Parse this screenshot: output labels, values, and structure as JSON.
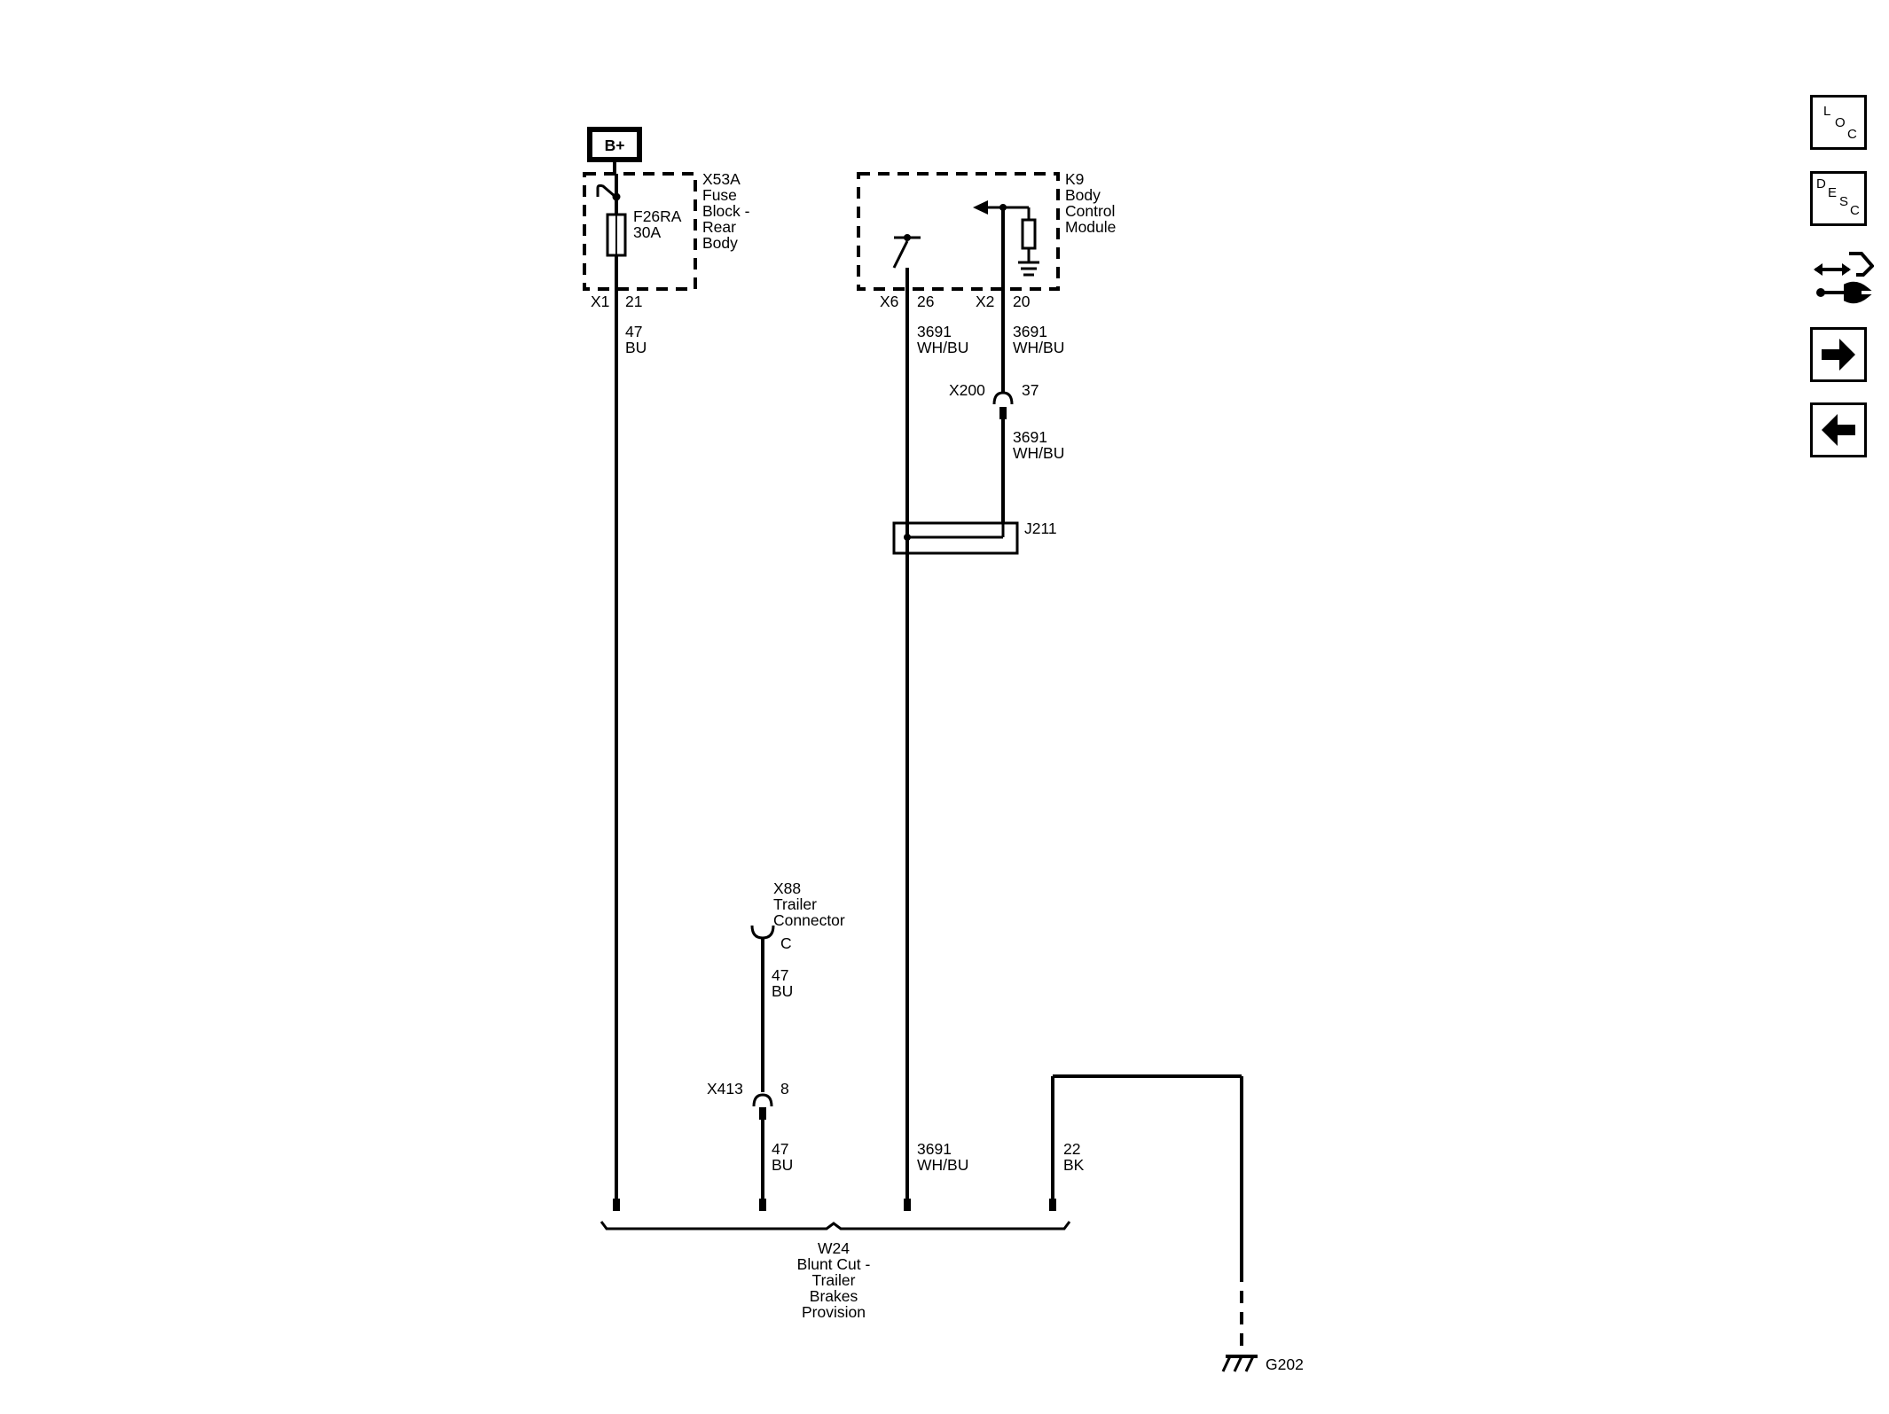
{
  "power": {
    "battery_label": "B+"
  },
  "fuse_block": {
    "id": "X53A",
    "name_line1": "Fuse",
    "name_line2": "Block -",
    "name_line3": "Rear",
    "name_line4": "Body",
    "fuse_id": "F26RA",
    "fuse_rating": "30A",
    "connector": "X1",
    "pin": "21"
  },
  "bcm": {
    "id": "K9",
    "name_line1": "Body",
    "name_line2": "Control",
    "name_line3": "Module",
    "conn_left": "X6",
    "pin_left": "26",
    "conn_right": "X2",
    "pin_right": "20"
  },
  "wires": {
    "w47_a": {
      "circuit": "47",
      "color": "BU"
    },
    "w3691_a": {
      "circuit": "3691",
      "color": "WH/BU"
    },
    "w3691_b": {
      "circuit": "3691",
      "color": "WH/BU"
    },
    "w3691_c": {
      "circuit": "3691",
      "color": "WH/BU"
    },
    "w47_b": {
      "circuit": "47",
      "color": "BU"
    },
    "w47_c": {
      "circuit": "47",
      "color": "BU"
    },
    "w3691_d": {
      "circuit": "3691",
      "color": "WH/BU"
    },
    "w22": {
      "circuit": "22",
      "color": "BK"
    }
  },
  "inline_x200": {
    "id": "X200",
    "pin": "37"
  },
  "splice": {
    "id": "J211"
  },
  "trailer_connector": {
    "id": "X88",
    "name_line1": "Trailer",
    "name_line2": "Connector",
    "pin": "C"
  },
  "inline_x413": {
    "id": "X413",
    "pin": "8"
  },
  "harness": {
    "id": "W24",
    "line1": "Blunt Cut -",
    "line2": "Trailer",
    "line3": "Brakes",
    "line4": "Provision"
  },
  "ground": {
    "id": "G202"
  },
  "nav": {
    "loc": {
      "l1": "L",
      "l2": "O",
      "l3": "C"
    },
    "desc": {
      "l1": "D",
      "l2": "E",
      "l3": "S",
      "l4": "C"
    }
  }
}
